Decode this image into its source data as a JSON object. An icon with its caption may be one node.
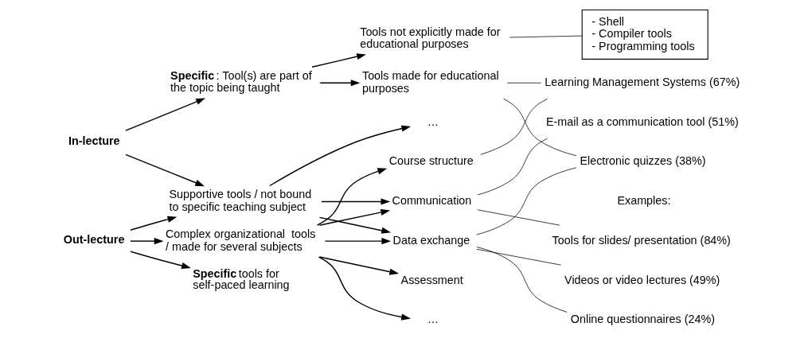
{
  "diagram": {
    "nodes": [
      {
        "text": [
          "**In-lecture**"
        ]
      },
      {
        "text": [
          "**Out-lecture**"
        ]
      },
      {
        "text": [
          "**Specific**: Tool(s) are part of the topic being taught"
        ]
      },
      {
        "text": [
          "Supportive tools / not bound to specific teaching subject"
        ]
      },
      {
        "text": [
          "Complex organizational  tools / made for several subjects"
        ]
      },
      {
        "text": [
          "**Specific** tools for self-paced learning"
        ]
      },
      {
        "text": [
          "Tools not explicitly made for educational purposes"
        ]
      },
      {
        "text": [
          "Tools made for educational purposes"
        ]
      },
      {
        "text": [
          "Communication"
        ]
      },
      {
        "text": [
          "Data exchange"
        ]
      },
      {
        "text": [
          "…"
        ]
      },
      {
        "text": [
          "Course structure"
        ]
      },
      {
        "text": [
          "Assessment"
        ]
      },
      {
        "text": [
          "…"
        ]
      },
      {
        "text": [
          "Tools for slides/ presentation (84%)"
        ]
      },
      {
        "text": [
          "Learning Management Systems (67%)"
        ]
      },
      {
        "text": [
          "E-mail as a communication tool (51%)"
        ]
      },
      {
        "text": [
          "Videos or video lectures (49%)"
        ]
      },
      {
        "text": [
          "Electronic quizzes (38%)"
        ]
      },
      {
        "text": [
          "Online questionnaires (24%)"
        ]
      },
      {
        "text": [
          "- Shell",
          "- Compiler tools",
          "- Programming tools"
        ]
      }
    ],
    "edges": [
      {
        "from": 0,
        "to": 2,
        "arrow": "to"
      },
      {
        "from": 0,
        "to": 3,
        "arrow": "to"
      },
      {
        "from": 1,
        "to": 3,
        "arrow": "to"
      },
      {
        "from": 1,
        "to": 4,
        "arrow": "to"
      },
      {
        "from": 1,
        "to": 5,
        "arrow": "to"
      },
      {
        "from": 2,
        "to": 6,
        "arrow": "to"
      },
      {
        "from": 2,
        "to": 7,
        "arrow": "to"
      },
      {
        "from": 3,
        "to": 8,
        "arrow": "to"
      },
      {
        "from": 3,
        "to": 9,
        "arrow": "to"
      },
      {
        "from": 3,
        "to": 10,
        "arrow": "to"
      },
      {
        "from": 4,
        "to": 8,
        "arrow": "to"
      },
      {
        "from": 4,
        "to": 9,
        "arrow": "to"
      },
      {
        "from": 4,
        "to": 11,
        "arrow": "to"
      },
      {
        "from": 4,
        "to": 12,
        "arrow": "to"
      },
      {
        "from": 4,
        "to": 13,
        "arrow": "to"
      },
      {
        "from": 6,
        "to": 20,
        "arrow": "none"
      },
      {
        "from": 7,
        "to": 15,
        "arrow": "none"
      },
      {
        "from": 7,
        "to": 18,
        "arrow": "none"
      },
      {
        "from": 8,
        "to": 14,
        "arrow": "none"
      },
      {
        "from": 8,
        "to": 16,
        "arrow": "none"
      },
      {
        "from": 9,
        "to": 17,
        "arrow": "none"
      },
      {
        "from": 9,
        "to": 18,
        "arrow": "none"
      },
      {
        "from": 9,
        "to": 19,
        "arrow": "none"
      },
      {
        "from": 11,
        "to": 15,
        "arrow": "none"
      }
    ],
    "labels": [
      "Examples:"
    ]
  }
}
